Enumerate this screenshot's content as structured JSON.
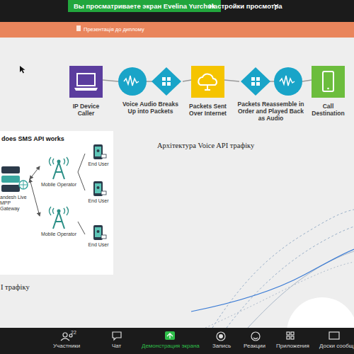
{
  "diagram": {
    "nodes": [
      {
        "text": [
          "IP Device Caller"
        ]
      },
      {
        "text": [
          "Voice Audio Breaks Up into Packets"
        ]
      },
      {
        "text": [
          "Packets Sent Over Internet"
        ]
      },
      {
        "text": [
          "Packets Reassemble in Order and Played Back as Audio"
        ]
      },
      {
        "text": [
          "Call Destination"
        ]
      },
      {
        "text": [
          "does SMS API works"
        ]
      },
      {
        "text": [
          "andesh Live MPP Gateway"
        ],
        "in": 5
      },
      {
        "text": [
          "Mobile Operator"
        ],
        "in": 5
      },
      {
        "text": [
          "Mobile Operator"
        ],
        "in": 5
      },
      {
        "text": [
          "End User"
        ],
        "in": 5
      },
      {
        "text": [
          "End User"
        ],
        "in": 5
      },
      {
        "text": [
          "End User"
        ],
        "in": 5
      }
    ],
    "edges": [
      {
        "from": 0,
        "to": 1,
        "arrow": "none"
      },
      {
        "from": 1,
        "to": 2,
        "arrow": "none"
      },
      {
        "from": 2,
        "to": 3,
        "arrow": "none"
      },
      {
        "from": 3,
        "to": 4,
        "arrow": "none"
      },
      {
        "from": 6,
        "to": 7,
        "arrow": "both"
      },
      {
        "from": 6,
        "to": 8,
        "arrow": "both"
      },
      {
        "from": 7,
        "to": 9,
        "arrow": "none"
      },
      {
        "from": 7,
        "to": 10,
        "arrow": "none"
      },
      {
        "from": 8,
        "to": 11,
        "arrow": "none"
      }
    ],
    "labels": [
      "Вы просматриваете экран Evelina Yurchuk",
      "Настройки просмотра",
      "Презентація до диплому",
      "Архітектура Voice API трафіку",
      "I трафіку",
      "22",
      "Участники",
      "Чат",
      "Демонстрация экрана",
      "Запись",
      "Реакции",
      "Приложения",
      "Доски сообщ"
    ]
  }
}
